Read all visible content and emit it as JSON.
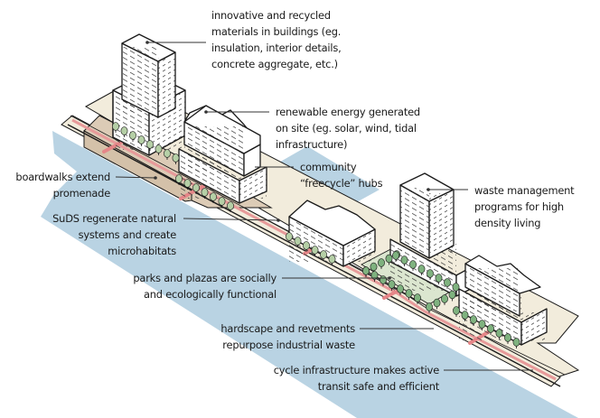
{
  "colors": {
    "water": "#b9d3e3",
    "promenade": "#f2ecdc",
    "boardwalk": "#dccbb6",
    "cycle_lane": "#e79a9a",
    "connector": "#e58688",
    "tree": "#7fb27f",
    "tree_light": "#b5cfa6",
    "park": "#dbe6cf",
    "building": "#ffffff",
    "outline": "#1a1a1a",
    "leader": "#333333"
  },
  "callouts": [
    {
      "id": "materials",
      "lines": [
        "innovative and recycled",
        "materials in buildings (eg.",
        "insulation, interior details,",
        "concrete aggregate, etc.)"
      ],
      "side": "right"
    },
    {
      "id": "energy",
      "lines": [
        "renewable energy generated",
        "on site (eg. solar, wind, tidal",
        "infrastructure)"
      ],
      "side": "right"
    },
    {
      "id": "freecycle",
      "lines": [
        "community",
        "“freecycle” hubs"
      ],
      "side": "right"
    },
    {
      "id": "waste",
      "lines": [
        "waste management",
        "programs for high",
        "density living"
      ],
      "side": "right"
    },
    {
      "id": "boardwalks",
      "lines": [
        "boardwalks extend",
        "promenade"
      ],
      "side": "left"
    },
    {
      "id": "suds",
      "lines": [
        "SuDS regenerate natural",
        "systems and create",
        "microhabitats"
      ],
      "side": "left"
    },
    {
      "id": "parks",
      "lines": [
        "parks and plazas are socially",
        "and ecologically functional"
      ],
      "side": "left"
    },
    {
      "id": "hardscape",
      "lines": [
        "hardscape and revetments",
        "repurpose industrial waste"
      ],
      "side": "left"
    },
    {
      "id": "cycle",
      "lines": [
        "cycle infrastructure makes active",
        "transit safe and efficient"
      ],
      "side": "left"
    }
  ]
}
